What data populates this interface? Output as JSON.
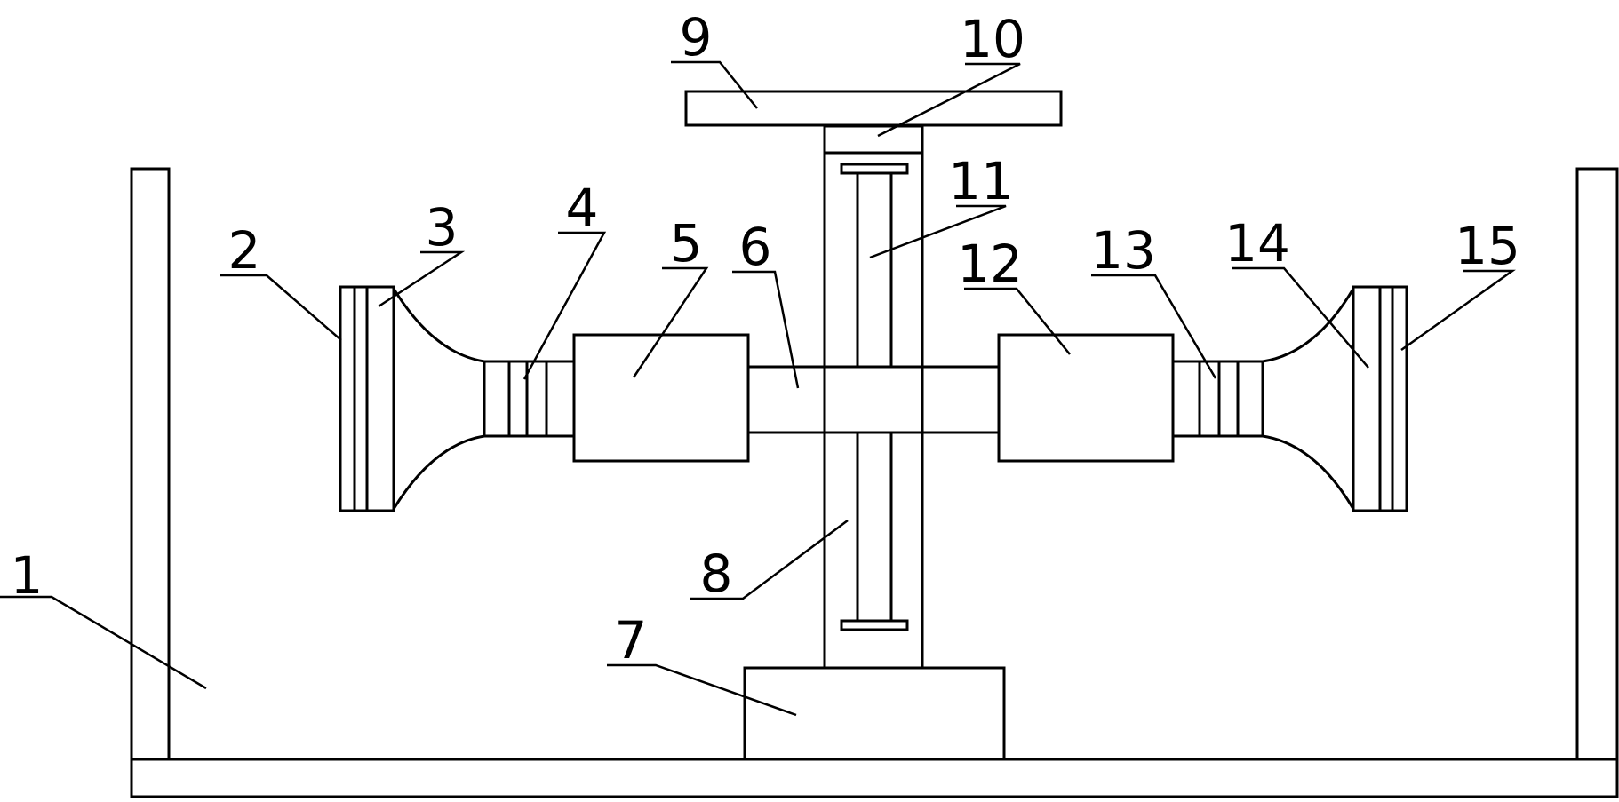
{
  "colors": {
    "stroke": "#000000",
    "background": "#ffffff"
  },
  "labels": {
    "l1": "1",
    "l2": "2",
    "l3": "3",
    "l4": "4",
    "l5": "5",
    "l6": "6",
    "l7": "7",
    "l8": "8",
    "l9": "9",
    "l10": "10",
    "l11": "11",
    "l12": "12",
    "l13": "13",
    "l14": "14",
    "l15": "15"
  }
}
